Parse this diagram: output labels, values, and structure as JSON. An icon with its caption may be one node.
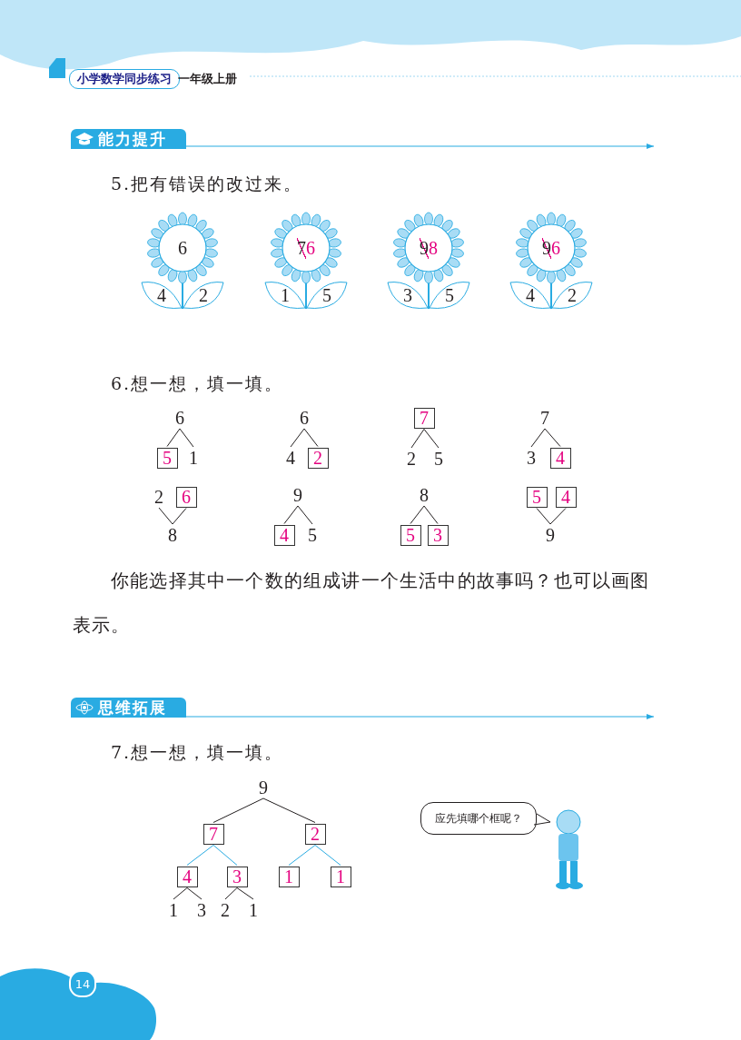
{
  "diagram": {
    "title": "小学数学同步练习",
    "nodes": [
      {
        "text": [
          "6"
        ]
      },
      {
        "text": [
          "4"
        ]
      },
      {
        "text": [
          "2"
        ]
      },
      {
        "text": [
          "7",
          "6"
        ]
      },
      {
        "text": [
          "1"
        ]
      },
      {
        "text": [
          "5"
        ]
      },
      {
        "text": [
          "9",
          "8"
        ]
      },
      {
        "text": [
          "3"
        ]
      },
      {
        "text": [
          "5"
        ]
      },
      {
        "text": [
          "9",
          "6"
        ]
      },
      {
        "text": [
          "4"
        ]
      },
      {
        "text": [
          "2"
        ]
      },
      {
        "text": [
          "6"
        ]
      },
      {
        "text": [
          "5"
        ]
      },
      {
        "text": [
          "1"
        ]
      },
      {
        "text": [
          "6"
        ]
      },
      {
        "text": [
          "4"
        ]
      },
      {
        "text": [
          "2"
        ]
      },
      {
        "text": [
          "7"
        ]
      },
      {
        "text": [
          "2"
        ]
      },
      {
        "text": [
          "5"
        ]
      },
      {
        "text": [
          "7"
        ]
      },
      {
        "text": [
          "3"
        ]
      },
      {
        "text": [
          "4"
        ]
      },
      {
        "text": [
          "2"
        ]
      },
      {
        "text": [
          "6"
        ]
      },
      {
        "text": [
          "8"
        ]
      },
      {
        "text": [
          "9"
        ]
      },
      {
        "text": [
          "4"
        ]
      },
      {
        "text": [
          "5"
        ]
      },
      {
        "text": [
          "8"
        ]
      },
      {
        "text": [
          "5"
        ]
      },
      {
        "text": [
          "3"
        ]
      },
      {
        "text": [
          "5"
        ]
      },
      {
        "text": [
          "4"
        ]
      },
      {
        "text": [
          "9"
        ]
      },
      {
        "text": [
          "9"
        ]
      },
      {
        "text": [
          "7"
        ]
      },
      {
        "text": [
          "2"
        ]
      },
      {
        "text": [
          "4"
        ]
      },
      {
        "text": [
          "3"
        ]
      },
      {
        "text": [
          "1"
        ]
      },
      {
        "text": [
          "1"
        ]
      },
      {
        "text": [
          "1"
        ]
      },
      {
        "text": [
          "3"
        ]
      },
      {
        "text": [
          "2"
        ]
      },
      {
        "text": [
          "1"
        ]
      },
      {
        "text": [
          "应先填哪个框呢？"
        ]
      }
    ],
    "edges": [
      {
        "from": 12,
        "to": 13,
        "arrow": "none"
      },
      {
        "from": 12,
        "to": 14,
        "arrow": "none"
      },
      {
        "from": 15,
        "to": 16,
        "arrow": "none"
      },
      {
        "from": 15,
        "to": 17,
        "arrow": "none"
      },
      {
        "from": 18,
        "to": 19,
        "arrow": "none"
      },
      {
        "from": 18,
        "to": 20,
        "arrow": "none"
      },
      {
        "from": 21,
        "to": 22,
        "arrow": "none"
      },
      {
        "from": 21,
        "to": 23,
        "arrow": "none"
      },
      {
        "from": 24,
        "to": 26,
        "arrow": "none"
      },
      {
        "from": 25,
        "to": 26,
        "arrow": "none"
      },
      {
        "from": 27,
        "to": 28,
        "arrow": "none"
      },
      {
        "from": 27,
        "to": 29,
        "arrow": "none"
      },
      {
        "from": 30,
        "to": 31,
        "arrow": "none"
      },
      {
        "from": 30,
        "to": 32,
        "arrow": "none"
      },
      {
        "from": 33,
        "to": 35,
        "arrow": "none"
      },
      {
        "from": 34,
        "to": 35,
        "arrow": "none"
      },
      {
        "from": 36,
        "to": 37,
        "arrow": "none"
      },
      {
        "from": 36,
        "to": 38,
        "arrow": "none"
      },
      {
        "from": 37,
        "to": 39,
        "arrow": "none",
        "color": "#29abe2"
      },
      {
        "from": 37,
        "to": 40,
        "arrow": "none",
        "color": "#29abe2"
      },
      {
        "from": 38,
        "to": 41,
        "arrow": "none",
        "color": "#29abe2"
      },
      {
        "from": 38,
        "to": 42,
        "arrow": "none",
        "color": "#29abe2"
      },
      {
        "from": 39,
        "to": 43,
        "arrow": "none"
      },
      {
        "from": 39,
        "to": 44,
        "arrow": "none"
      },
      {
        "from": 40,
        "to": 45,
        "arrow": "none"
      },
      {
        "from": 40,
        "to": 46,
        "arrow": "none"
      }
    ],
    "labels": [
      "一年级上册",
      "能力提升",
      "5.把有错误的改过来。",
      "6.想一想，填一填。",
      "你能选择其中一个数的组成讲一个生活中的故事吗？也可以画图表示。",
      "思维拓展",
      "7.想一想，填一填。",
      "14"
    ]
  }
}
